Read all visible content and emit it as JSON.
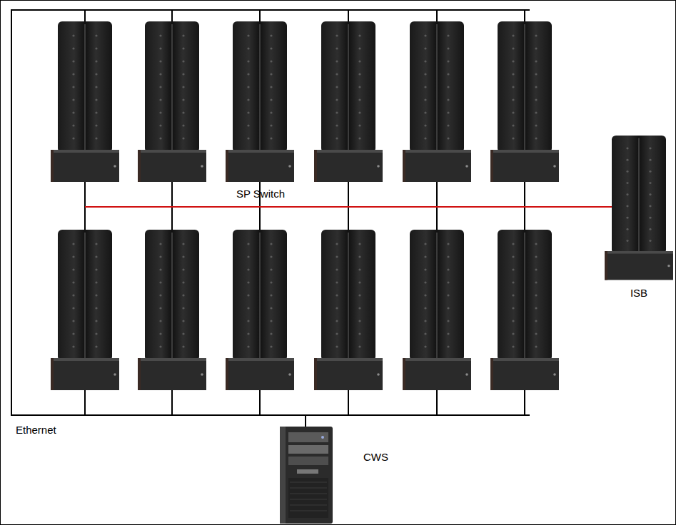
{
  "diagram": {
    "nodes": [
      {
        "text": [
          "ISB"
        ]
      },
      {
        "text": [
          "CWS"
        ]
      }
    ],
    "labels": [
      "SP Switch",
      "Ethernet"
    ]
  }
}
